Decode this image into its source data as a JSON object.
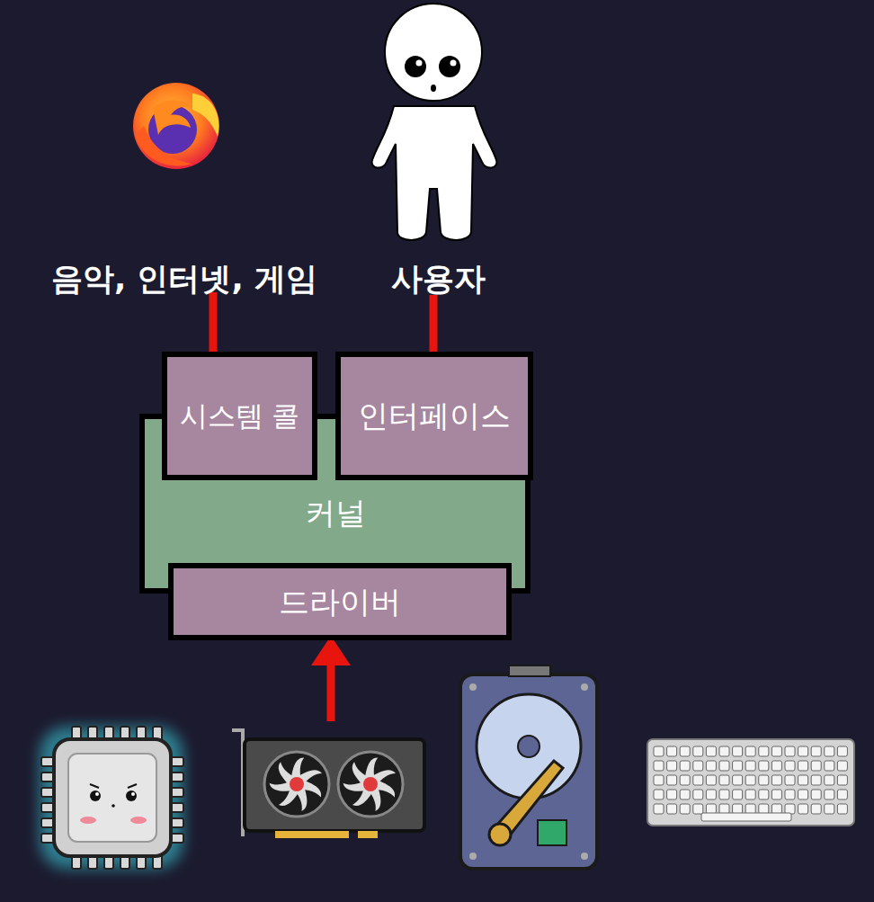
{
  "diagram": {
    "nodes": [
      {
        "text": [
          "커널"
        ]
      },
      {
        "text": [
          "시스템 콜"
        ],
        "in": 0
      },
      {
        "text": [
          "인터페이스"
        ],
        "in": 0
      },
      {
        "text": [
          "드라이버"
        ],
        "in": 0
      }
    ],
    "labels": [
      "음악, 인터넷, 게임",
      "사용자"
    ]
  }
}
